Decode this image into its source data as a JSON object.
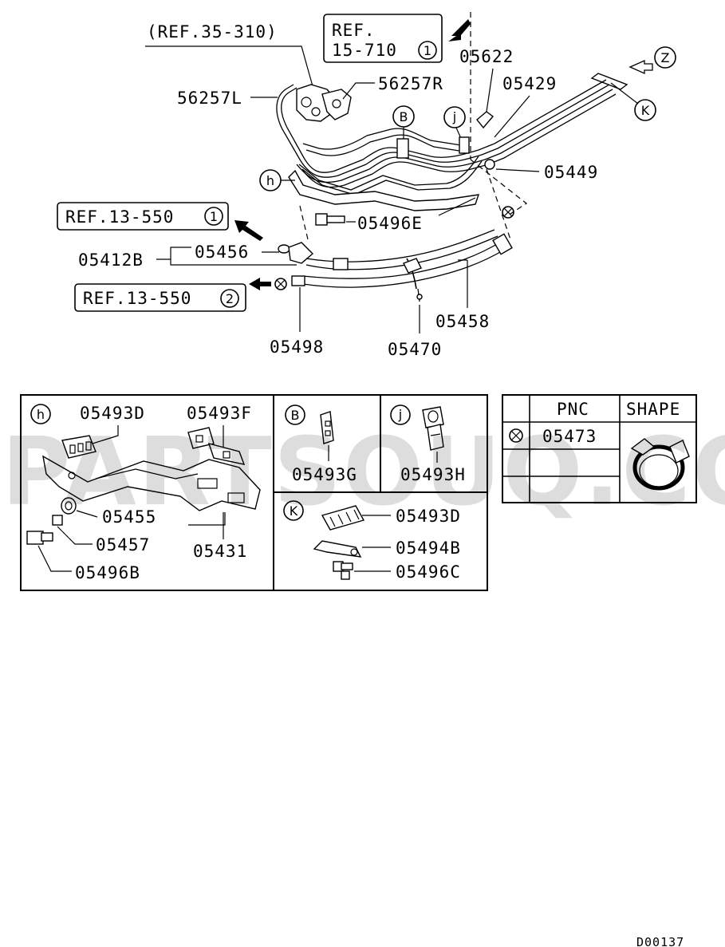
{
  "watermark": "PARTSOUQ.COM",
  "diagram_code": "D00137",
  "refs": {
    "ref_35_310": "(REF.35-310)",
    "ref_15_710_line1": "REF.",
    "ref_15_710_line2": "15-710",
    "ref_15_710_num": "1",
    "ref_13_550_a": "REF.13-550",
    "ref_13_550_a_num": "1",
    "ref_13_550_b": "REF.13-550",
    "ref_13_550_b_num": "2"
  },
  "callouts": {
    "z": "Z",
    "k": "K",
    "b": "B",
    "j": "j",
    "h": "h"
  },
  "parts": {
    "p56257L": "56257L",
    "p56257R": "56257R",
    "p05622": "05622",
    "p05429": "05429",
    "p05449": "05449",
    "p05496E": "05496E",
    "p05456": "05456",
    "p05412B": "05412B",
    "p05498": "05498",
    "p05470": "05470",
    "p05458": "05458"
  },
  "details": {
    "h_label": "h",
    "b_label": "B",
    "j_label": "j",
    "k_label": "K",
    "p05493D_h": "05493D",
    "p05493F": "05493F",
    "p05455": "05455",
    "p05457": "05457",
    "p05496B": "05496B",
    "p05431": "05431",
    "p05493G": "05493G",
    "p05493H": "05493H",
    "p05493D_k": "05493D",
    "p05494B": "05494B",
    "p05496C": "05496C"
  },
  "legend_table": {
    "header_pnc": "PNC",
    "header_shape": "SHAPE",
    "row1_pnc": "05473"
  }
}
